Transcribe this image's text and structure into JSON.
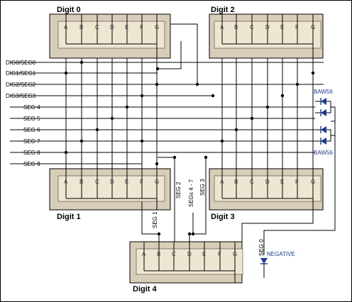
{
  "digits": [
    {
      "name": "Digit 0"
    },
    {
      "name": "Digit 1"
    },
    {
      "name": "Digit 2"
    },
    {
      "name": "Digit 3"
    },
    {
      "name": "Digit 4"
    }
  ],
  "segment_pins": [
    "A",
    "B",
    "C",
    "D",
    "E",
    "F",
    "G"
  ],
  "signals": [
    "DIG0/SEG0",
    "DIG1/SEG1",
    "DIG2/SEG2",
    "DIG3/SEG3",
    "SEG 4",
    "SEG 5",
    "SEG 6",
    "SEG 7",
    "SEG 8",
    "SEG 9"
  ],
  "vertical_labels": {
    "seg1": "SEG 1",
    "seg2": "SEG 2",
    "seg47": "SEGs 4 - 7",
    "seg3": "SEG 3",
    "seg0": "SEG 0"
  },
  "diodes": {
    "top": "BAW56",
    "bottom": "BAW56"
  },
  "negative_label": "NEGATIVE",
  "colors": {
    "diode_blue": "#1a3a8c",
    "box_fill": "#d8cdb8",
    "wire": "#000000"
  }
}
